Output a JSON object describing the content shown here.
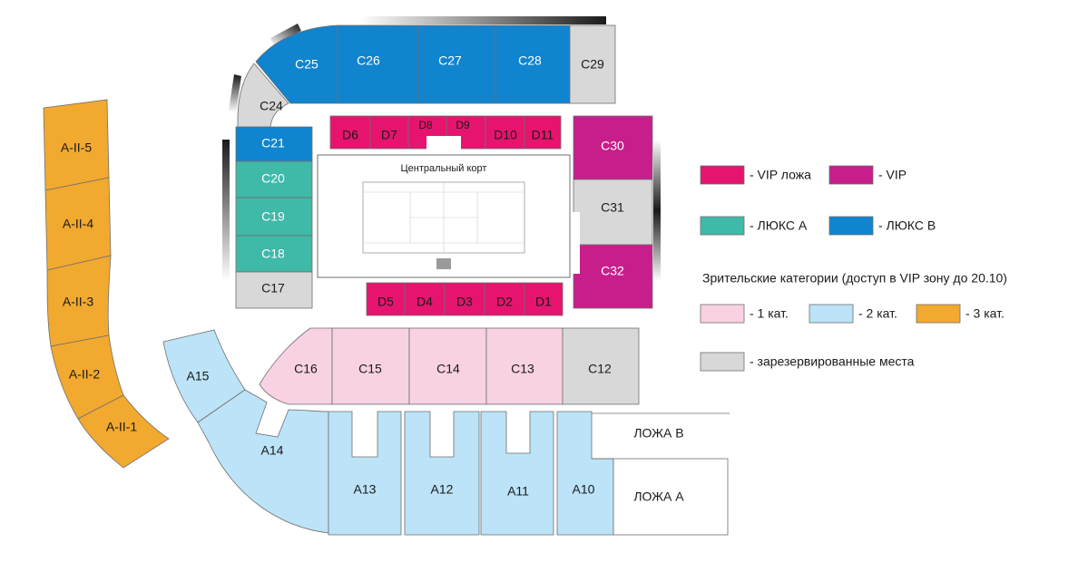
{
  "colors": {
    "vip_box": "#E6146E",
    "vip": "#C81E8C",
    "lux_a": "#3FB9A8",
    "lux_b": "#1084CF",
    "cat1": "#F8D2E2",
    "cat2": "#BCE3F7",
    "cat3": "#F2A92F",
    "reserved": "#D8D8D8"
  },
  "court": {
    "title": "Центральный корт"
  },
  "sections": {
    "C24": "C24",
    "C25": "C25",
    "C26": "C26",
    "C27": "C27",
    "C28": "C28",
    "C29": "C29",
    "C21": "C21",
    "C20": "C20",
    "C19": "C19",
    "C18": "C18",
    "C17": "C17",
    "C30": "C30",
    "C31": "C31",
    "C32": "C32",
    "C16": "C16",
    "C15": "C15",
    "C14": "C14",
    "C13": "C13",
    "C12": "C12",
    "D1": "D1",
    "D2": "D2",
    "D3": "D3",
    "D4": "D4",
    "D5": "D5",
    "D6": "D6",
    "D7": "D7",
    "D8": "D8",
    "D9": "D9",
    "D10": "D10",
    "D11": "D11",
    "A10": "A10",
    "A11": "A11",
    "A12": "A12",
    "A13": "A13",
    "A14": "A14",
    "A15": "A15",
    "AII1": "A-II-1",
    "AII2": "A-II-2",
    "AII3": "A-II-3",
    "AII4": "A-II-4",
    "AII5": "A-II-5",
    "box_b": "ЛОЖА В",
    "box_a": "ЛОЖА А"
  },
  "legend": {
    "vip_box": "- VIP ложа",
    "vip": "- VIP",
    "lux_a": "- ЛЮКС А",
    "lux_b": "- ЛЮКС В",
    "categories_title": "Зрительские категории (доступ в VIP зону до 20.10)",
    "cat1": "- 1 кат.",
    "cat2": "- 2 кат.",
    "cat3": "- 3 кат.",
    "reserved": "- зарезервированные места"
  }
}
